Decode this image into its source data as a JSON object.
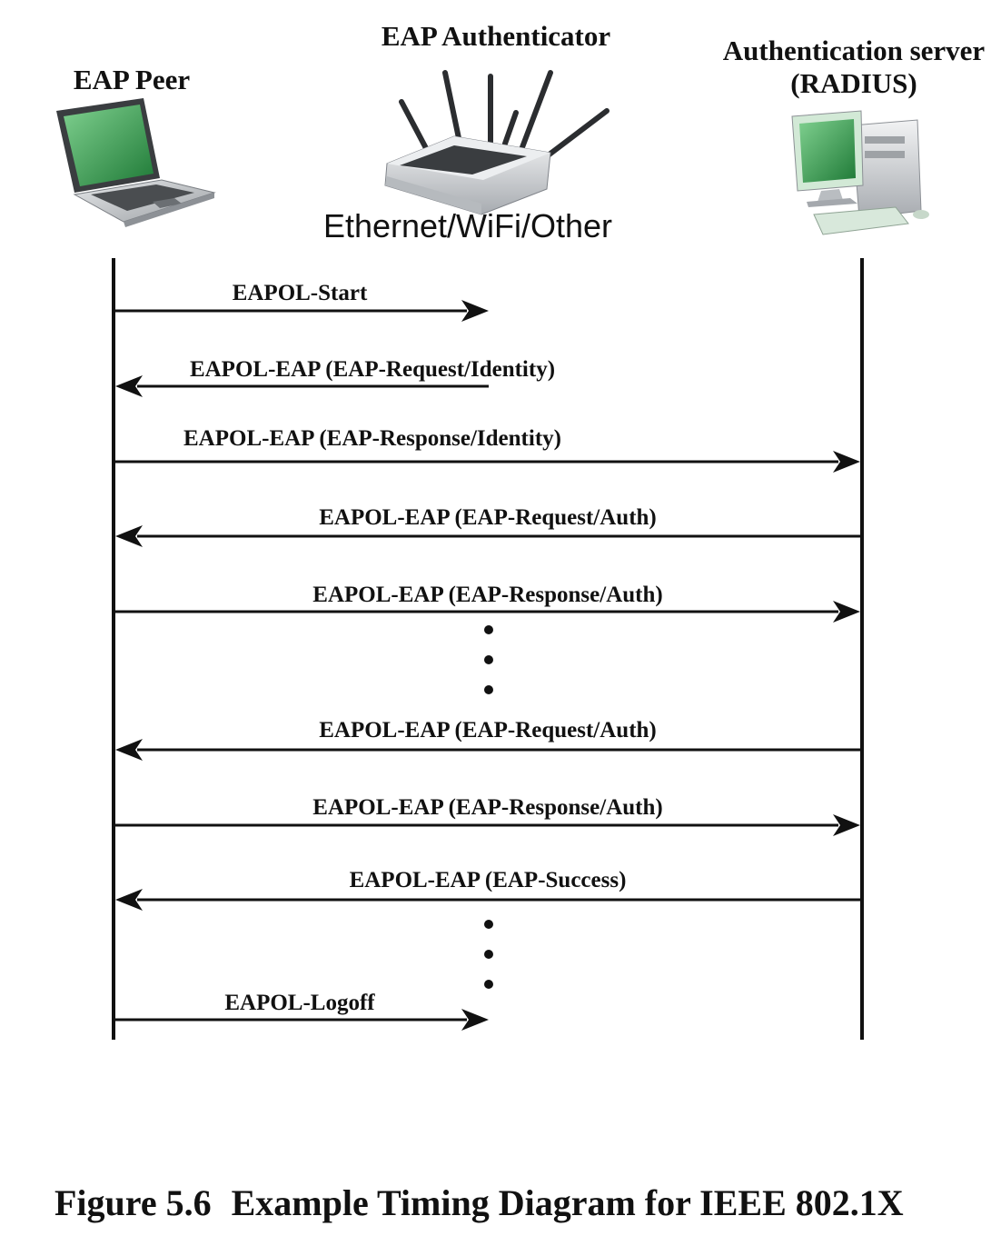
{
  "actors": {
    "peer": "EAP Peer",
    "authenticator": "EAP Authenticator",
    "server_line1": "Authentication server",
    "server_line2": "(RADIUS)"
  },
  "medium_label": "Ethernet/WiFi/Other",
  "messages": [
    {
      "label": "EAPOL-Start",
      "from": "peer",
      "to": "authenticator"
    },
    {
      "label": "EAPOL-EAP (EAP-Request/Identity)",
      "from": "authenticator",
      "to": "peer"
    },
    {
      "label": "EAPOL-EAP (EAP-Response/Identity)",
      "from": "peer",
      "to": "server"
    },
    {
      "label": "EAPOL-EAP (EAP-Request/Auth)",
      "from": "server",
      "to": "peer"
    },
    {
      "label": "EAPOL-EAP (EAP-Response/Auth)",
      "from": "peer",
      "to": "server"
    },
    {
      "label": "EAPOL-EAP (EAP-Request/Auth)",
      "from": "server",
      "to": "peer"
    },
    {
      "label": "EAPOL-EAP (EAP-Response/Auth)",
      "from": "peer",
      "to": "server"
    },
    {
      "label": "EAPOL-EAP (EAP-Success)",
      "from": "server",
      "to": "peer"
    },
    {
      "label": "EAPOL-Logoff",
      "from": "peer",
      "to": "authenticator"
    }
  ],
  "caption": {
    "figure": "Figure 5.6",
    "title": "Example Timing Diagram for IEEE 802.1X"
  },
  "colors": {
    "screen_green": "#2f9a4a",
    "device_gray": "#c9ccd0",
    "line": "#111111"
  },
  "icons": [
    "laptop-icon",
    "wireless-router-icon",
    "desktop-computer-icon"
  ]
}
